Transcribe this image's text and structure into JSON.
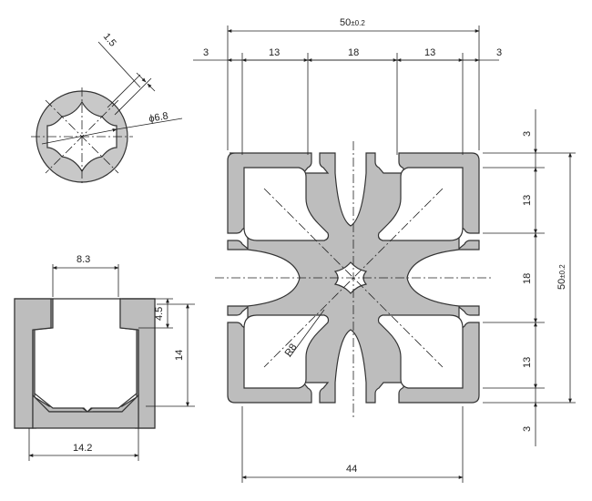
{
  "main_view": {
    "overall_width": "50",
    "overall_tol": "±0.2",
    "top_segments": [
      "3",
      "13",
      "18",
      "13",
      "3"
    ],
    "right_segments": [
      "3",
      "13",
      "18",
      "13",
      "3"
    ],
    "overall_height": "50",
    "overall_height_tol": "±0.2",
    "bottom_width": "44",
    "radius_label": "R8"
  },
  "center_detail": {
    "wall_label": "1.5",
    "diameter_label": "ϕ6.8"
  },
  "slot_detail": {
    "opening_label": "8.3",
    "lip_label": "4.5",
    "depth_label": "14",
    "width_label": "14.2"
  },
  "colors": {
    "profile_fill": "#bdbdbd",
    "line": "#222222",
    "background": "#ffffff"
  }
}
